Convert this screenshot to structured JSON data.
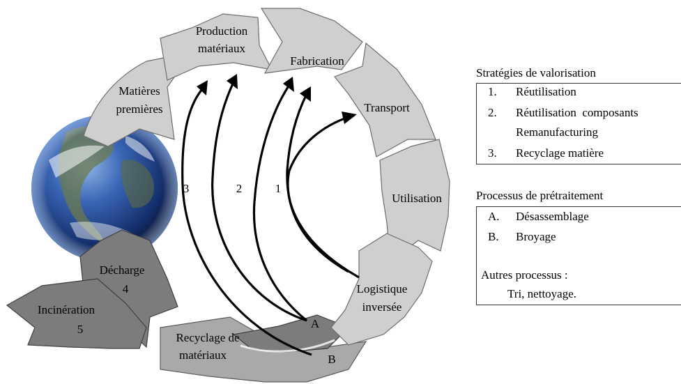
{
  "cycle": {
    "production": [
      "Production",
      "matériaux"
    ],
    "fabrication": "Fabrication",
    "transport": "Transport",
    "utilisation": "Utilisation",
    "logistique": [
      "Logistique",
      "inversée"
    ],
    "recyclage": [
      "Recyclage de",
      "matériaux"
    ],
    "matieres": [
      "Matières",
      "premières"
    ],
    "decharge": [
      "Décharge",
      "4"
    ],
    "incineration": [
      "Incinération",
      "5"
    ],
    "arrow_labels": [
      "3",
      "2",
      "1"
    ],
    "process_labels": [
      "A",
      "B"
    ]
  },
  "strategies": {
    "title": "Stratégies de valorisation",
    "items": [
      {
        "num": "1.",
        "text": "Réutilisation"
      },
      {
        "num": "2.",
        "text": "Réutilisation  composants"
      },
      {
        "num": "",
        "text": "Remanufacturing"
      },
      {
        "num": "3.",
        "text": "Recyclage matière"
      }
    ]
  },
  "pretraitement": {
    "title": "Processus de prétraitement",
    "items": [
      {
        "num": "A.",
        "text": "Désassemblage"
      },
      {
        "num": "B.",
        "text": "Broyage"
      }
    ],
    "other_title": "Autres processus :",
    "other_text": "Tri, nettoyage."
  },
  "colors": {
    "segment_light": "#cfcfcf",
    "segment_mid": "#a9a9a9",
    "segment_dark": "#7c7c7c",
    "globe_ocean": "#1f3f86"
  }
}
